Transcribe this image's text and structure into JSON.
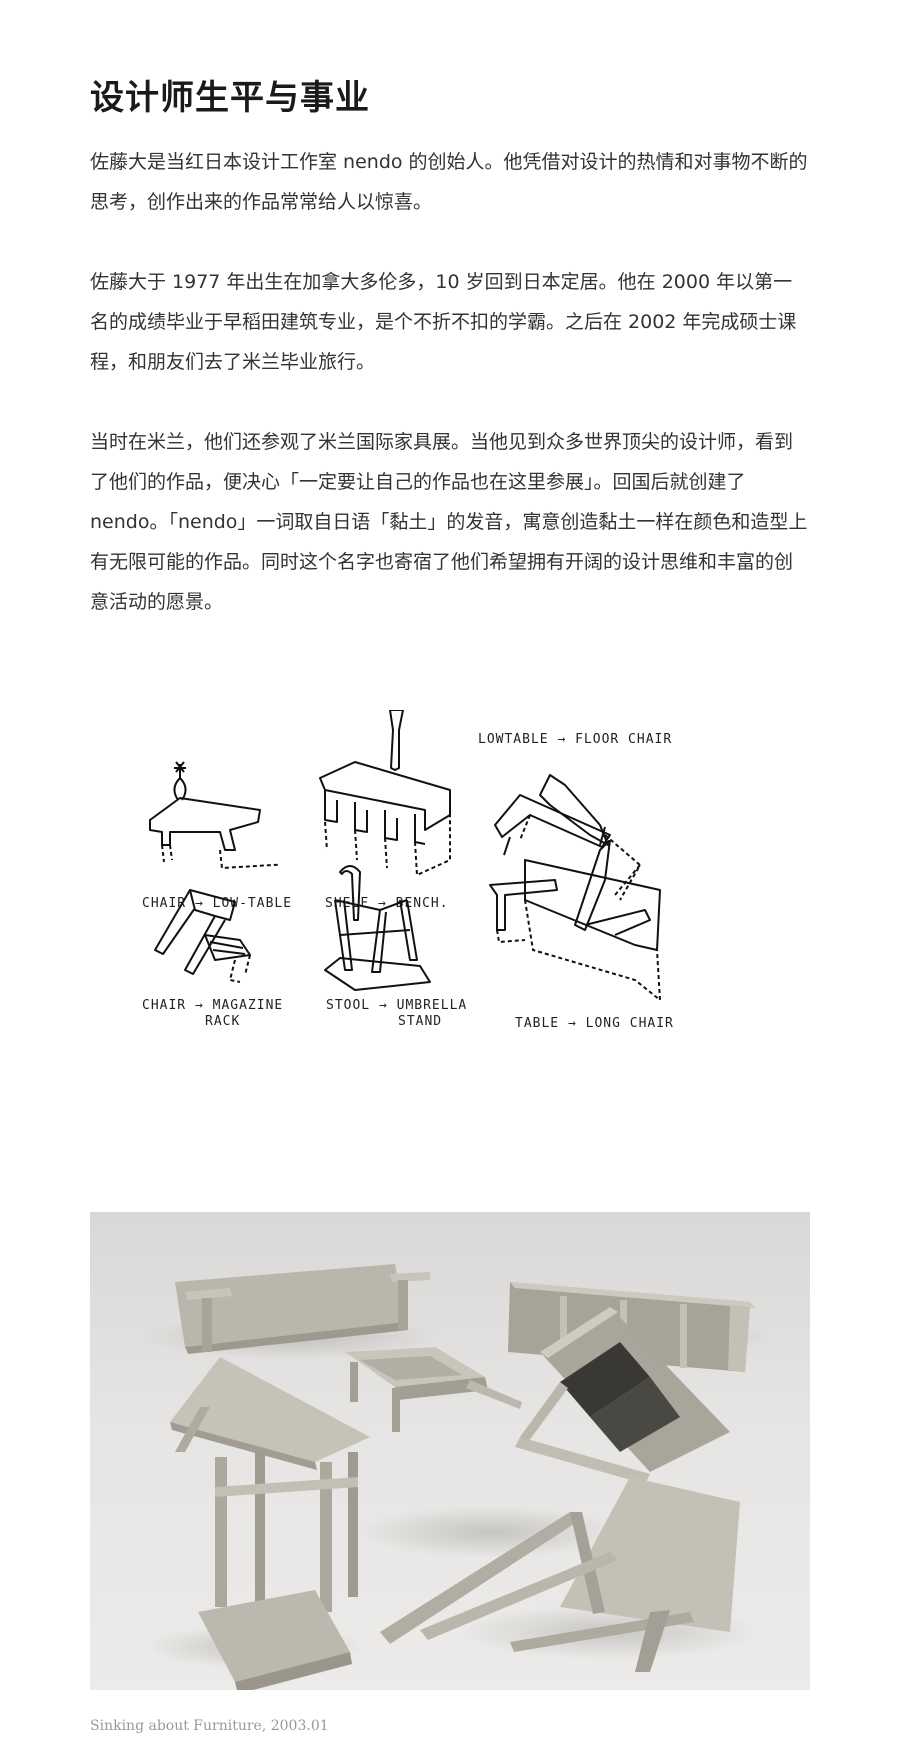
{
  "article": {
    "title": "设计师生平与事业",
    "paragraphs": [
      "佐藤大是当红日本设计工作室 nendo 的创始人。他凭借对设计的热情和对事物不断的思考，创作出来的作品常常给人以惊喜。",
      "佐藤大于 1977 年出生在加拿大多伦多，10 岁回到日本定居。他在 2000 年以第一名的成绩毕业于早稻田建筑专业，是个不折不扣的学霸。之后在 2002 年完成硕士课程，和朋友们去了米兰毕业旅行。",
      "当时在米兰，他们还参观了米兰国际家具展。当他见到众多世界顶尖的设计师，看到了他们的作品，便决心「一定要让自己的作品也在这里参展」。回国后就创建了 nendo。「nendo」一词取自日语「黏土」的发音，寓意创造黏土一样在颜色和造型上有无限可能的作品。同时这个名字也寄宿了他们希望拥有开阔的设计思维和丰富的创意活动的愿景。"
    ]
  },
  "sketches": {
    "labels": [
      "CHAIR → LOW-TABLE",
      "SHELF → BENCH.",
      "LOWTABLE → FLOOR CHAIR",
      "CHAIR → MAGAZINE",
      "RACK",
      "STOOL → UMBRELLA",
      "STAND",
      "TABLE → LONG CHAIR"
    ]
  },
  "photo": {
    "caption": "Sinking about Furniture, 2003.01",
    "colors": {
      "furniture": "#b8b4aa",
      "furniture_dark": "#8f8b82",
      "background": "#e4e3e1"
    }
  }
}
